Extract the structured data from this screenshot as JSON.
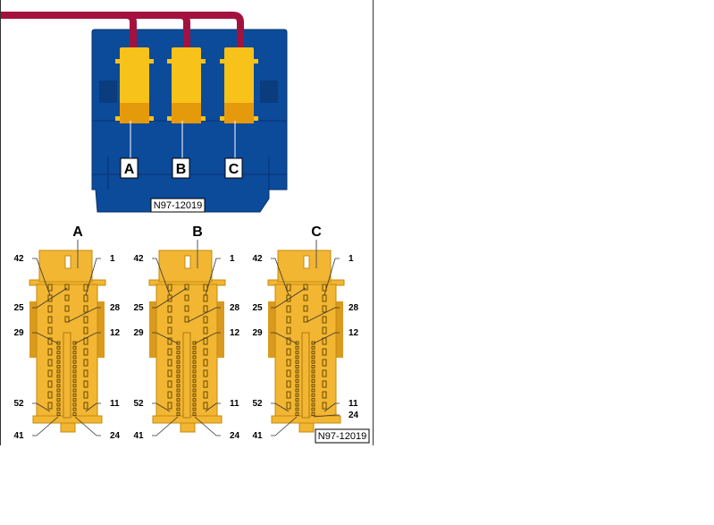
{
  "figure": {
    "top_caption": "N97-12019",
    "bottom_caption": "N97-12019",
    "plug_labels": [
      "A",
      "B",
      "C"
    ],
    "connectors": [
      {
        "label": "A"
      },
      {
        "label": "B"
      },
      {
        "label": "C"
      }
    ],
    "pin_labels": {
      "top_left": "42",
      "top_right": "1",
      "row2_left": "25",
      "row2_right": "28",
      "row3_left": "29",
      "row3_right": "12",
      "row4_left": "52",
      "row4_right": "11",
      "bottom_left": "41",
      "bottom_right": "24"
    },
    "colors": {
      "housing": "#0c4a9a",
      "plug": "#f7c21a",
      "wire": "#a3123f",
      "connector": "#f2b632"
    }
  }
}
